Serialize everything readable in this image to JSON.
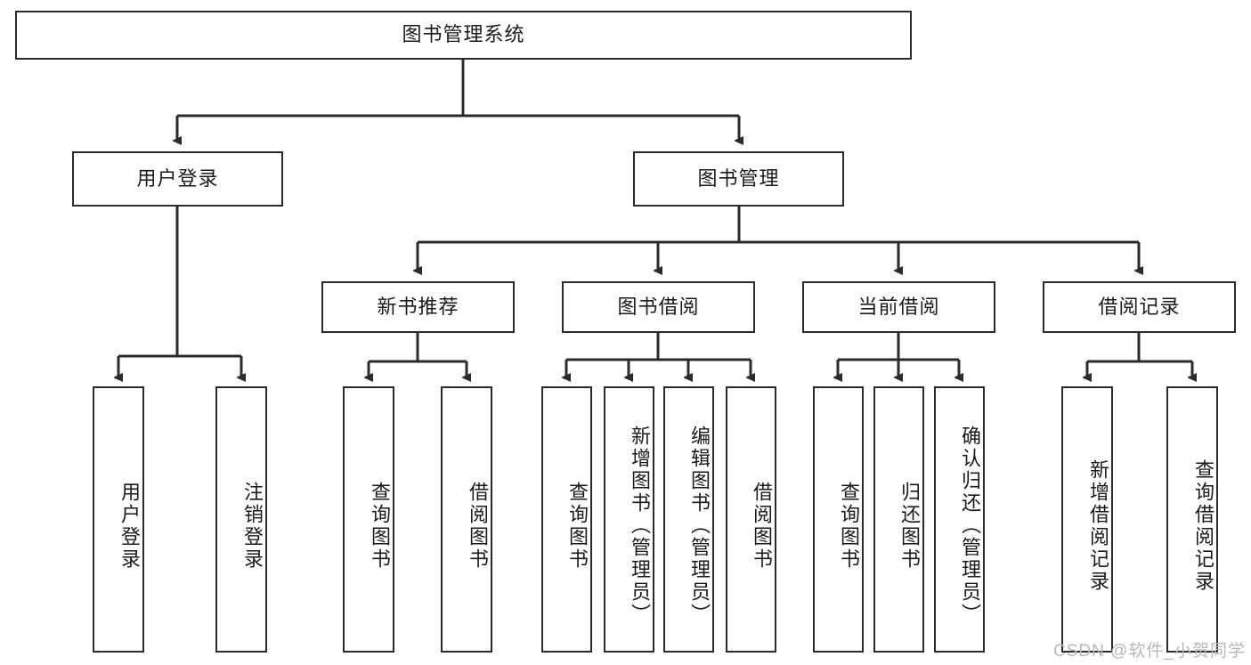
{
  "diagram": {
    "title": "图书管理系统",
    "watermark": "CSDN @软件_小贺同学",
    "colors": {
      "box_border": "#2b2b2b",
      "box_fill": "#ffffff",
      "edge": "#2b2b2b",
      "text": "#1a1a1a",
      "watermark": "#b8b8b8",
      "background": "#ffffff"
    },
    "nodes": {
      "root": {
        "label": "图书管理系统"
      },
      "level2": [
        {
          "id": "user-login",
          "label": "用户登录"
        },
        {
          "id": "book-management",
          "label": "图书管理"
        }
      ],
      "level3": [
        {
          "id": "new-book-recommend",
          "label": "新书推荐"
        },
        {
          "id": "book-borrow",
          "label": "图书借阅"
        },
        {
          "id": "current-borrow",
          "label": "当前借阅"
        },
        {
          "id": "borrow-record",
          "label": "借阅记录"
        }
      ],
      "leaves": {
        "user-login": [
          {
            "id": "leaf-user-login",
            "label": "用户登录"
          },
          {
            "id": "leaf-logout-login",
            "label": "注销登录"
          }
        ],
        "new-book-recommend": [
          {
            "id": "leaf-query-book-1",
            "label": "查询图书"
          },
          {
            "id": "leaf-borrow-book-1",
            "label": "借阅图书"
          }
        ],
        "book-borrow": [
          {
            "id": "leaf-query-book-2",
            "label": "查询图书"
          },
          {
            "id": "leaf-add-book",
            "label": "新增图书（管理员）"
          },
          {
            "id": "leaf-edit-book",
            "label": "编辑图书（管理员）"
          },
          {
            "id": "leaf-borrow-book-2",
            "label": "借阅图书"
          }
        ],
        "current-borrow": [
          {
            "id": "leaf-query-book-3",
            "label": "查询图书"
          },
          {
            "id": "leaf-return-book",
            "label": "归还图书"
          },
          {
            "id": "leaf-confirm-return",
            "label": "确认归还（管理员）"
          }
        ],
        "borrow-record": [
          {
            "id": "leaf-add-record",
            "label": "新增借阅记录"
          },
          {
            "id": "leaf-query-record",
            "label": "查询借阅记录"
          }
        ]
      }
    }
  }
}
